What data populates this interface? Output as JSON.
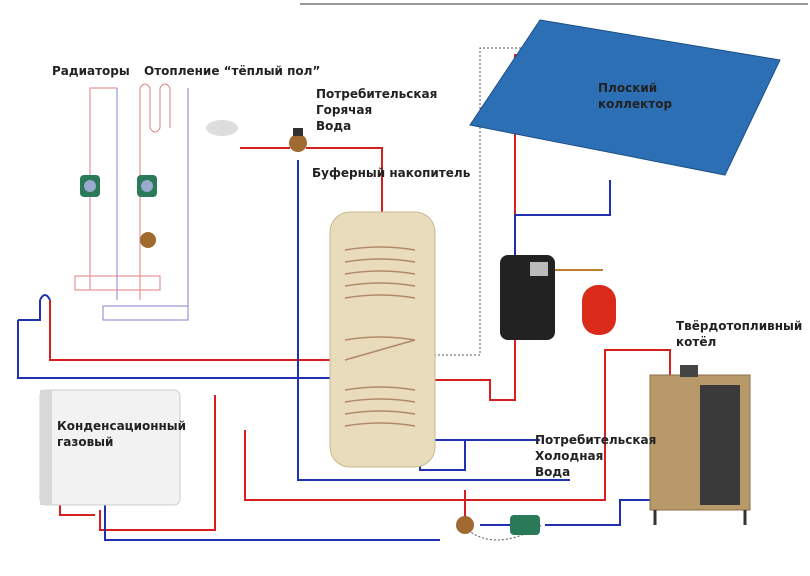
{
  "labels": {
    "radiators": "Радиаторы",
    "floor_heating": "Отопление “тёплый пол”",
    "hot_water": [
      "Потребительская",
      "Горячая",
      "Вода"
    ],
    "buffer_tank": "Буферный накопитель",
    "collector": [
      "Плоский",
      "коллектор"
    ],
    "solid_fuel": [
      "Твёрдотопливный",
      "котёл"
    ],
    "gas_boiler": [
      "Конденсационный",
      "газовый"
    ],
    "cold_water": [
      "Потребительская",
      "Холодная",
      "Вода"
    ]
  },
  "colors": {
    "hot": "#d62020",
    "cold": "#2030b0",
    "control": "#555555"
  }
}
